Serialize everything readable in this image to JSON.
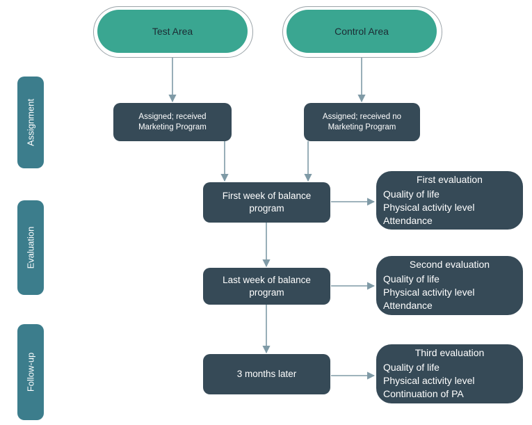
{
  "areas": {
    "test": "Test Area",
    "control": "Control Area"
  },
  "phases": {
    "assignment": "Assignment",
    "evaluation": "Evaluation",
    "followup": "Follow-up"
  },
  "assign": {
    "test_line1": "Assigned; received",
    "test_line2": "Marketing Program",
    "control_line1": "Assigned; received no",
    "control_line2": "Marketing Program"
  },
  "steps": {
    "first_line1": "First week of balance",
    "first_line2": "program",
    "last_line1": "Last week of balance",
    "last_line2": "program",
    "later": "3 months later"
  },
  "evaluations": {
    "first": {
      "title": "First evaluation",
      "items": [
        "Quality of life",
        "Physical activity level",
        "Attendance"
      ]
    },
    "second": {
      "title": "Second evaluation",
      "items": [
        "Quality of life",
        "Physical activity level",
        "Attendance"
      ]
    },
    "third": {
      "title": "Third evaluation",
      "items": [
        "Quality of life",
        "Physical activity level",
        "Continuation of PA"
      ]
    }
  },
  "colors": {
    "pill": "#3aa691",
    "box": "#364a57",
    "tab": "#3c7d8c",
    "arrow": "#7f9aa6"
  }
}
